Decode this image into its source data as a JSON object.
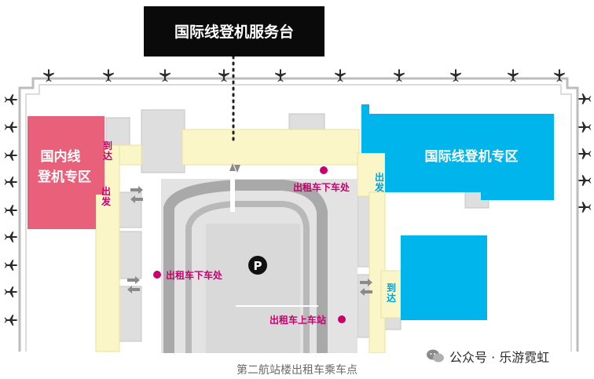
{
  "map": {
    "service_desk_label": "国际线登机服务台",
    "domestic_zone_label_line1": "国内线",
    "domestic_zone_label_line2": "登机专区",
    "international_zone_label": "国际线登机专区",
    "left_arrival_label": "到达",
    "left_departure_label": "出发",
    "right_departure_label": "出发",
    "right_arrival_label": "到达",
    "taxi_dropoff_top_label": "出租车下车处",
    "taxi_dropoff_mid_label": "出租车下车处",
    "taxi_pickup_label": "出租车上车站",
    "parking_label": "P",
    "colors": {
      "domestic_zone": "#e8607a",
      "international_zone": "#00b4ec",
      "corridor": "#fbf6c8",
      "building_gray": "#dedede",
      "building_outline": "#bdbdbd",
      "road": "#a9a9a9",
      "taxi_marker": "#c8006e",
      "service_desk_bg": "#0a0a0a"
    },
    "icons": [
      "airplane-icon",
      "parking-icon",
      "taxi-marker-icon",
      "dotted-leader-line",
      "bidirectional-arrow-icon"
    ]
  },
  "caption": "第二航站楼出租车乘车点",
  "watermark": {
    "text": "公众号 · 乐游霓虹",
    "icon": "wechat-icon"
  }
}
